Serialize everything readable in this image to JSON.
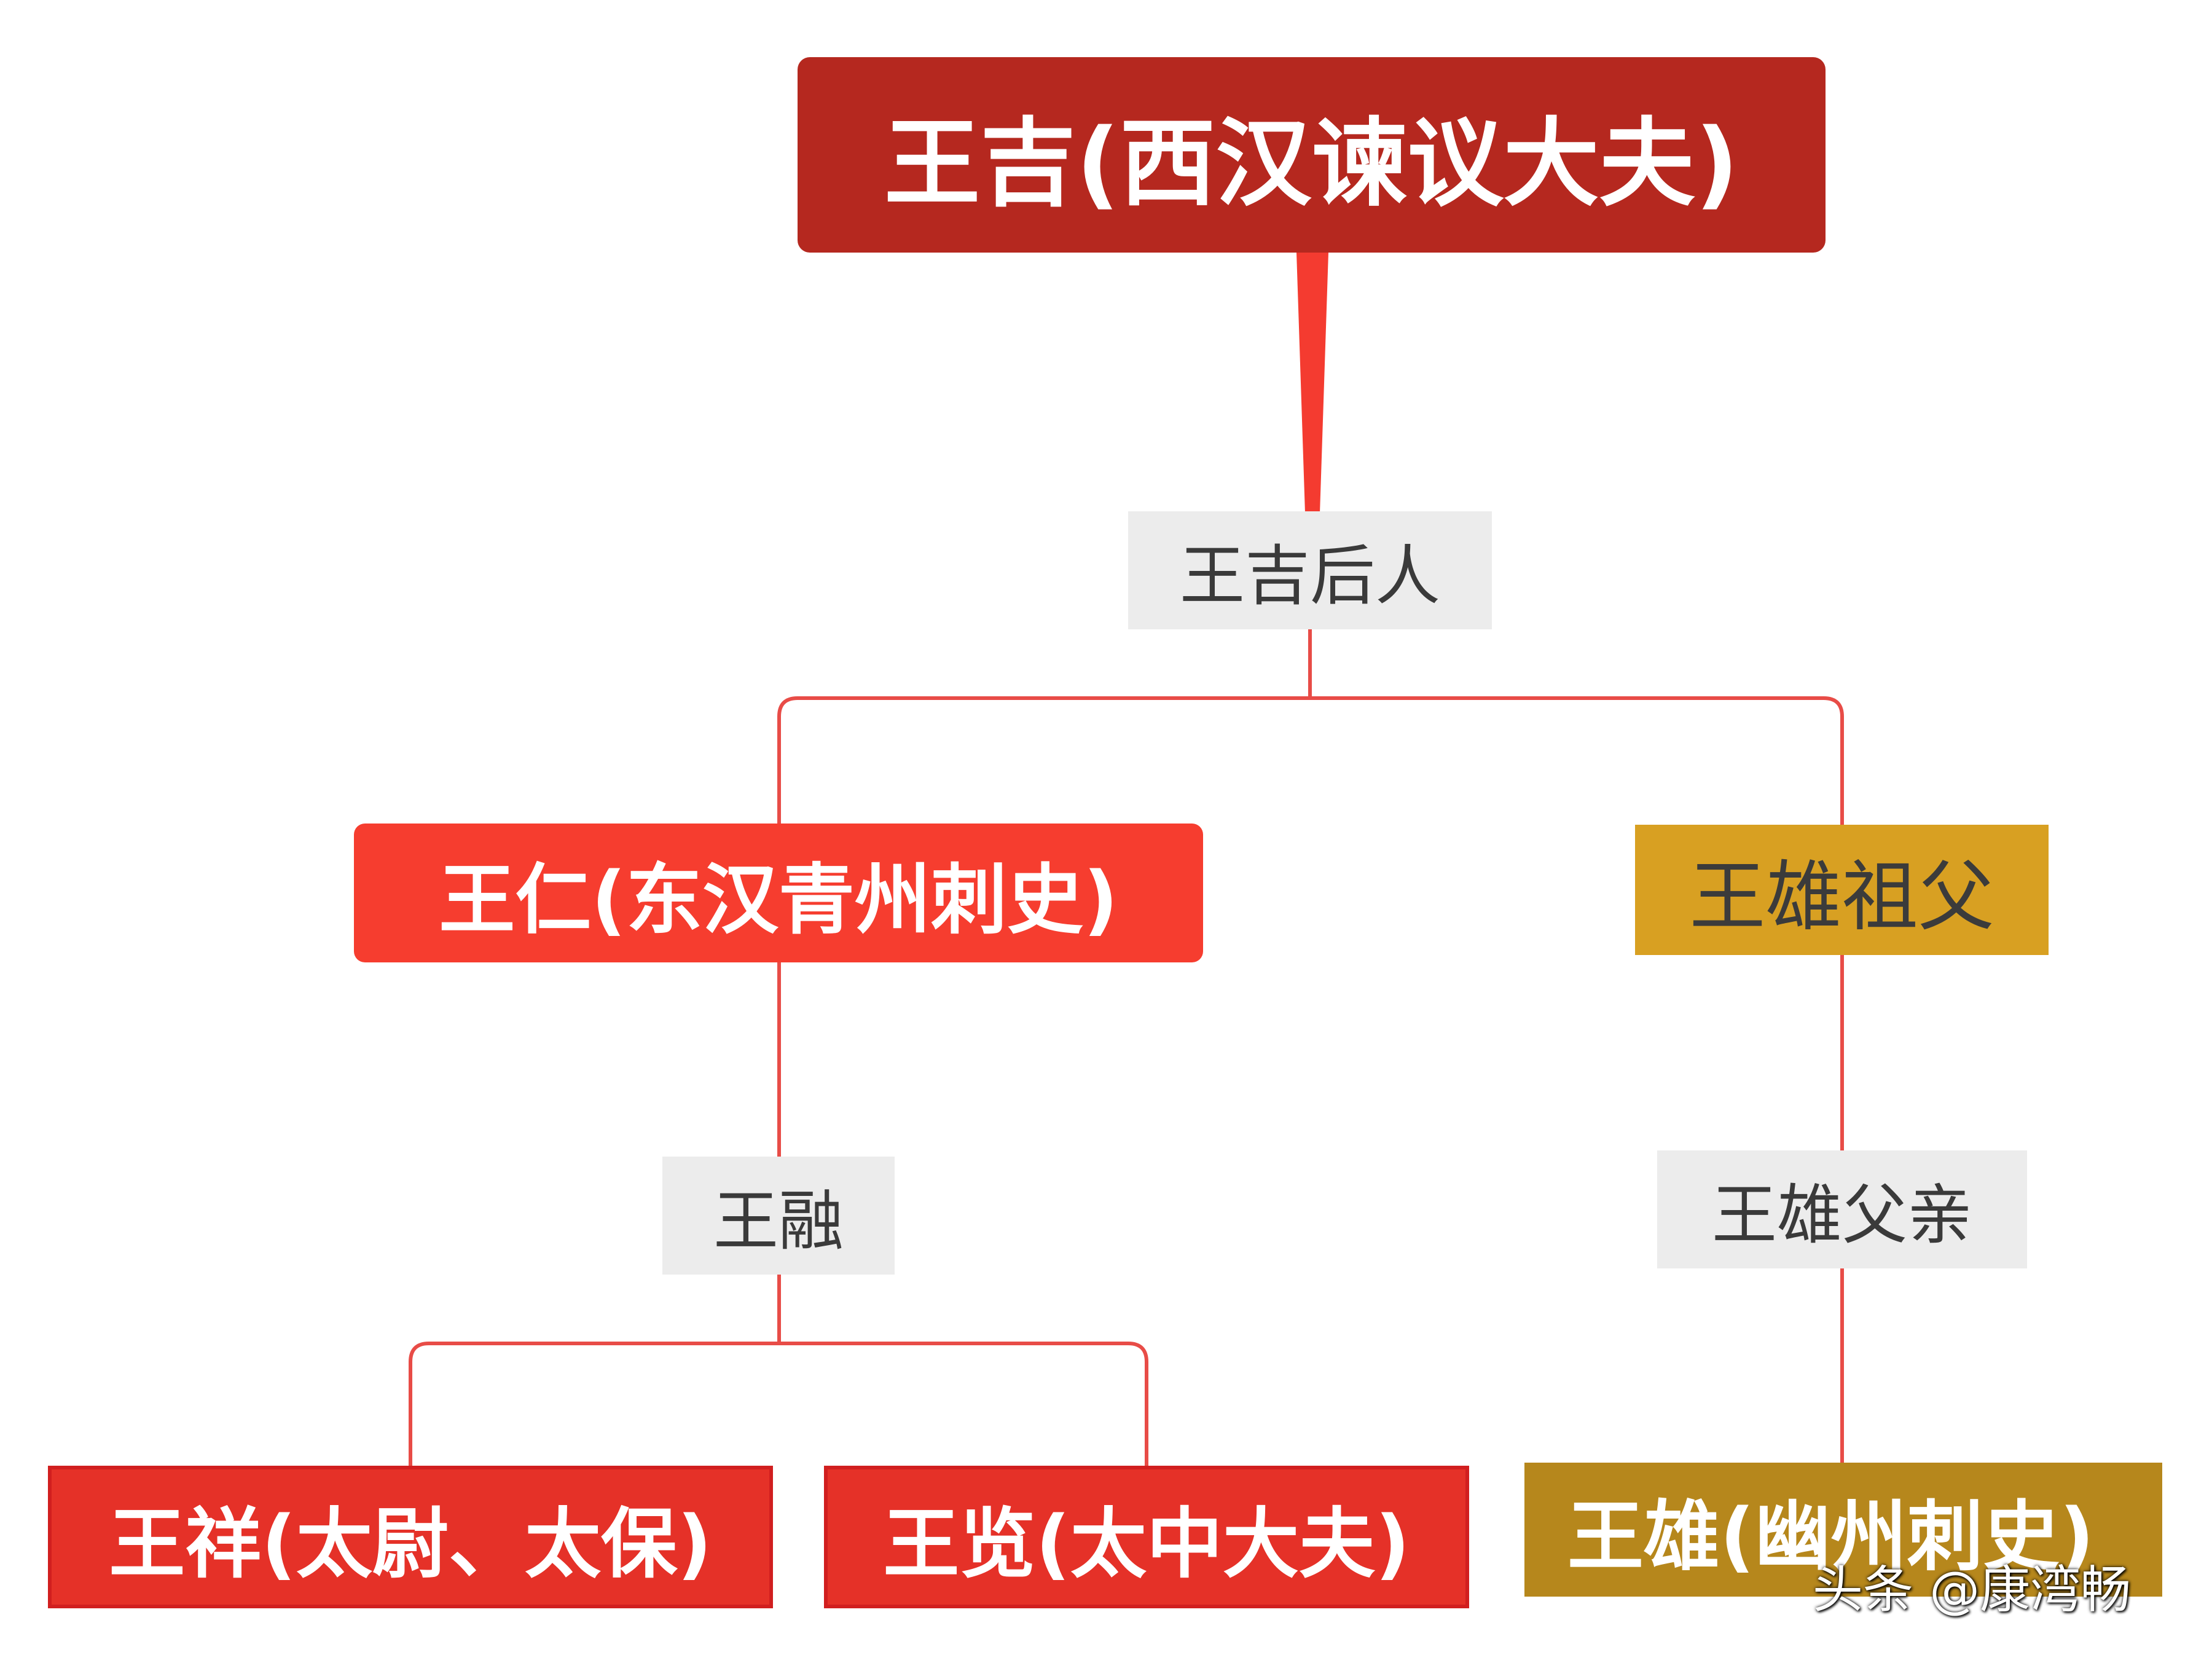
{
  "colors": {
    "root": "#b5281f",
    "red_node": "#f63d2f",
    "deep_red_node": "#e53128",
    "gold_node": "#d8a022",
    "dark_gold_node": "#b6871c",
    "connector": "#e84c47",
    "root_connector": "#f43b30"
  },
  "nodes": {
    "root": "王吉(西汉谏议大夫)",
    "wang_ren": "王仁(东汉青州刺史)",
    "grandfather": "王雄祖父",
    "wang_xiang": "王祥(太尉、太保)",
    "wang_lan": "王览(太中大夫)",
    "wang_xiong": "王雄(幽州刺史)"
  },
  "labels": {
    "descendants": "王吉后人",
    "wang_rong": "王融",
    "father": "王雄父亲"
  },
  "watermark": "头条 @康湾畅"
}
